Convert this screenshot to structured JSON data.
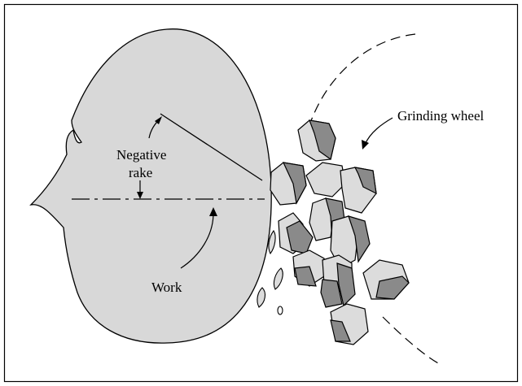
{
  "labels": {
    "grinding_wheel": "Grinding wheel",
    "negative_rake_line1": "Negative",
    "negative_rake_line2": "rake",
    "work": "Work"
  },
  "colors": {
    "work_fill": "#d8d8d8",
    "grain_light": "#dcdcdc",
    "grain_dark": "#8a8a8a",
    "stroke": "#000000",
    "background": "#ffffff"
  }
}
